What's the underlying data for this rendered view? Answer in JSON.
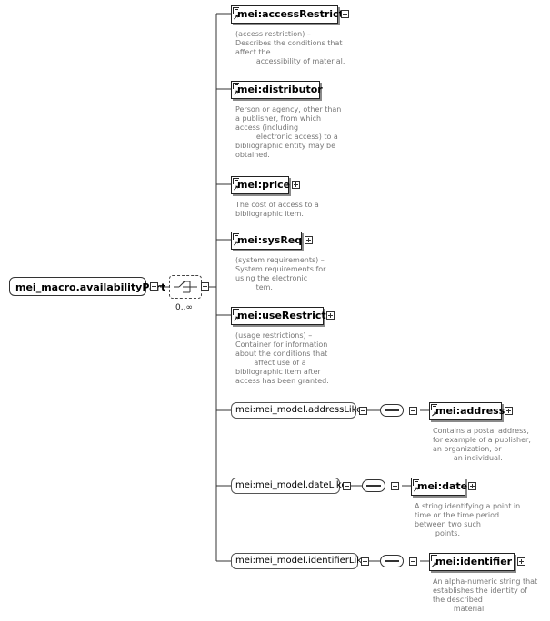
{
  "root": {
    "label": "mei_macro.availabilityPart"
  },
  "choice": {
    "cardinality": "0..∞"
  },
  "elements": [
    {
      "label": "mei:accessRestrict",
      "desc": "(access restriction) –\nDescribes the conditions that\naffect the\n         accessibility of material."
    },
    {
      "label": "mei:distributor",
      "desc": "Person or agency, other than\na publisher, from which\naccess (including\n         electronic access) to a\nbibliographic entity may be\nobtained."
    },
    {
      "label": "mei:price",
      "desc": "The cost of access to a\nbibliographic item."
    },
    {
      "label": "mei:sysReq",
      "desc": "(system requirements) –\nSystem requirements for\nusing the electronic\n        item."
    },
    {
      "label": "mei:useRestrict",
      "desc": "(usage restrictions) –\nContainer for information\nabout the conditions that\n        affect use of a\nbibliographic item after\naccess has been granted."
    }
  ],
  "groups": [
    {
      "label": "mei:mei_model.addressLike",
      "child": "mei:address",
      "desc": "Contains a postal address,\nfor example of a publisher,\nan organization, or\n         an individual."
    },
    {
      "label": "mei:mei_model.dateLike",
      "child": "mei:date",
      "desc": "A string identifying a point in\ntime or the time period\nbetween two such\n         points."
    },
    {
      "label": "mei:mei_model.identifierLike",
      "child": "mei:identifier",
      "desc": "An alpha-numeric string that\nestablishes the identity of\nthe described\n         material."
    }
  ]
}
